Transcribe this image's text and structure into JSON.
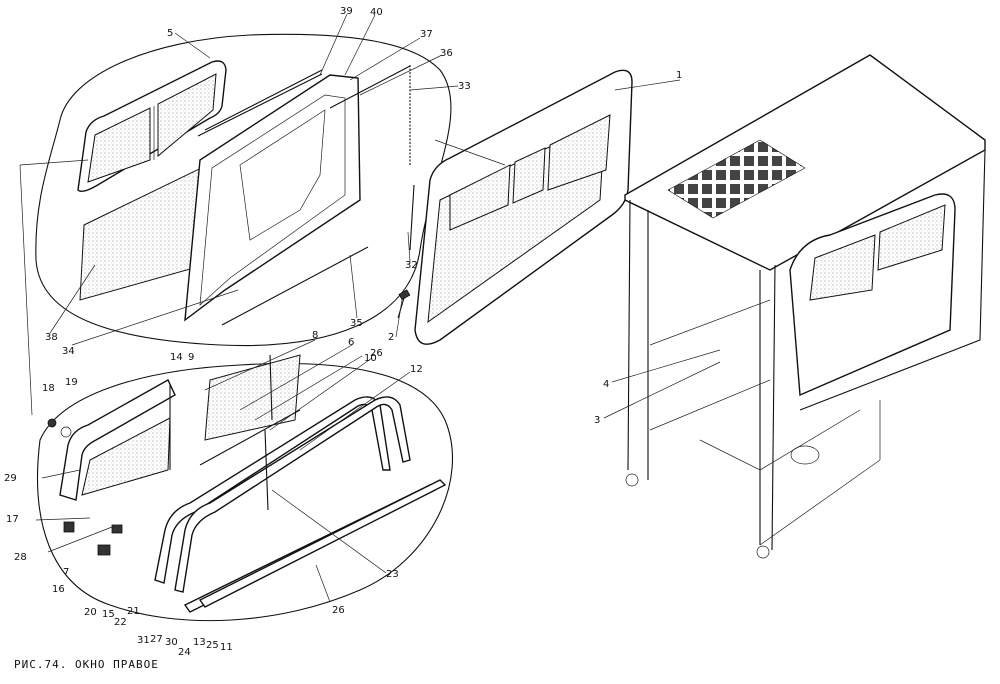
{
  "caption": "РИС.74. ОКНО ПРАВОЕ",
  "callouts": [
    "1",
    "2",
    "3",
    "4",
    "5",
    "6",
    "7",
    "8",
    "9",
    "10",
    "11",
    "12",
    "13",
    "14",
    "15",
    "16",
    "17",
    "18",
    "19",
    "20",
    "21",
    "22",
    "23",
    "24",
    "25",
    "26",
    "26",
    "27",
    "28",
    "29",
    "30",
    "31",
    "32",
    "33",
    "34",
    "35",
    "36",
    "37",
    "38",
    "39",
    "40"
  ]
}
